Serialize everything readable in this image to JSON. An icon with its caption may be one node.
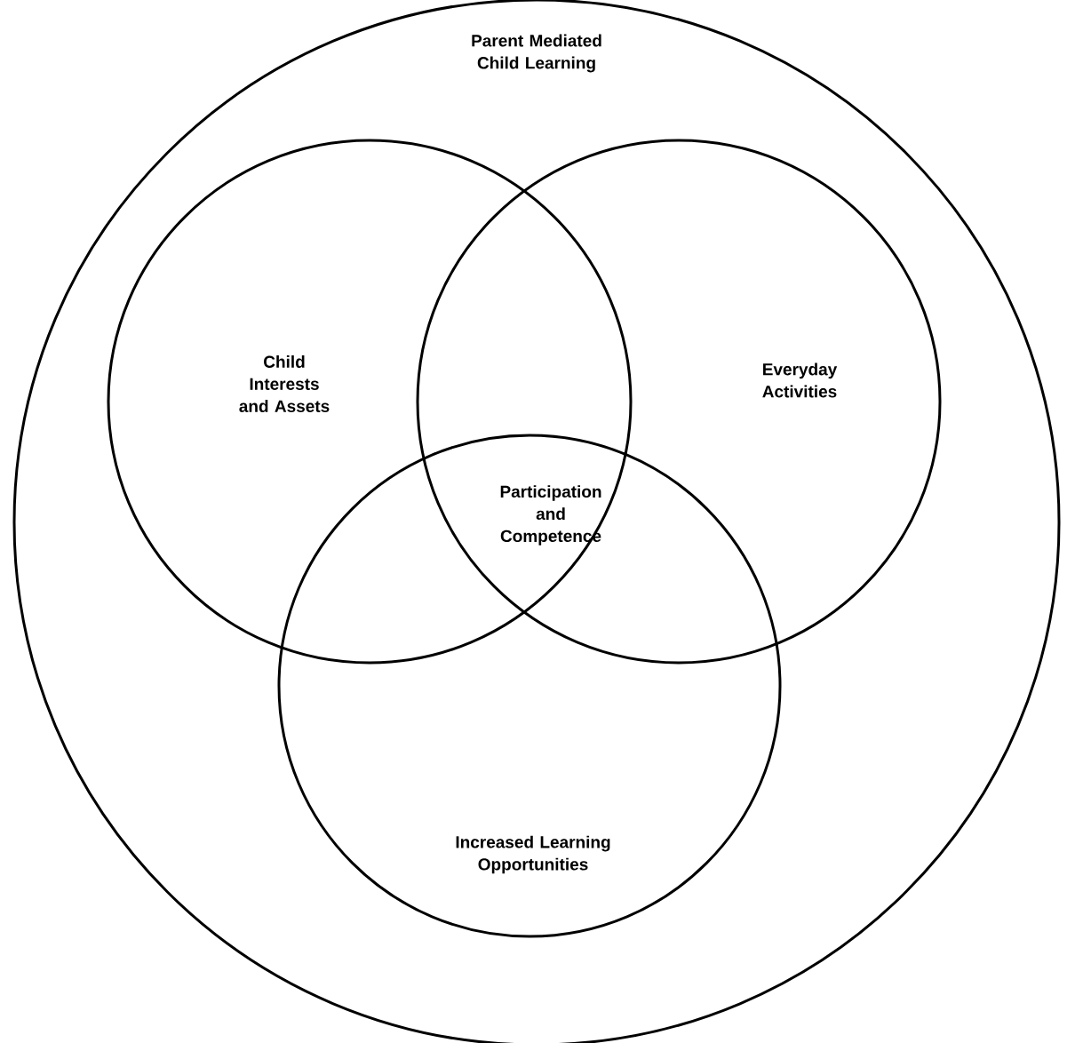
{
  "diagram": {
    "nodes": [
      {
        "text": [
          "Parent Mediated Child Learning"
        ]
      },
      {
        "text": [
          "Child Interests and Assets"
        ],
        "in": 0
      },
      {
        "text": [
          "Everyday Activities"
        ],
        "in": 0
      },
      {
        "text": [
          "Increased Learning Opportunities"
        ],
        "in": 0
      }
    ],
    "labels": [
      "Participation and Competence"
    ]
  }
}
